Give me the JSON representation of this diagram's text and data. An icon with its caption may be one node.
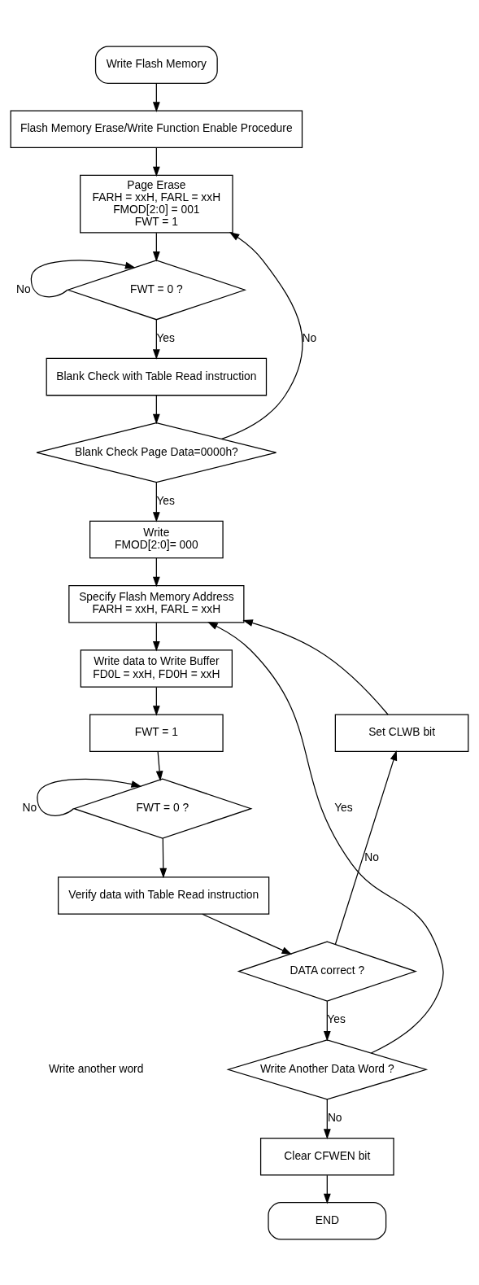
{
  "diagram": {
    "nodes": [
      {
        "text": [
          "Write Flash Memory"
        ]
      },
      {
        "text": [
          "Flash Memory Erase/Write Function Enable Procedure"
        ]
      },
      {
        "text": [
          "Page Erase",
          "FARH = xxH, FARL = xxH",
          "FMOD[2:0] = 001",
          "FWT = 1"
        ]
      },
      {
        "text": [
          "FWT = 0 ?"
        ]
      },
      {
        "text": [
          "Blank Check with Table Read instruction"
        ]
      },
      {
        "text": [
          "Blank Check Page Data=0000h?"
        ]
      },
      {
        "text": [
          "Write",
          "FMOD[2:0]= 000"
        ]
      },
      {
        "text": [
          "Specify Flash Memory Address",
          "FARH = xxH, FARL = xxH"
        ]
      },
      {
        "text": [
          "Write data to Write Buffer",
          "FD0L = xxH, FD0H = xxH"
        ]
      },
      {
        "text": [
          "FWT = 1"
        ]
      },
      {
        "text": [
          "FWT = 0 ?"
        ]
      },
      {
        "text": [
          "Verify data with Table Read instruction"
        ]
      },
      {
        "text": [
          "DATA correct ?"
        ]
      },
      {
        "text": [
          "Write Another Data Word ?"
        ]
      },
      {
        "text": [
          "Clear CFWEN bit"
        ]
      },
      {
        "text": [
          "END"
        ]
      },
      {
        "text": [
          "Set CLWB bit"
        ]
      }
    ],
    "edges": [
      {
        "from": 0,
        "to": 1,
        "arrow": "to"
      },
      {
        "from": 1,
        "to": 2,
        "arrow": "to"
      },
      {
        "from": 2,
        "to": 3,
        "arrow": "to"
      },
      {
        "from": 3,
        "to": 3,
        "arrow": "to",
        "label": "No"
      },
      {
        "from": 3,
        "to": 4,
        "arrow": "to",
        "label": "Yes"
      },
      {
        "from": 4,
        "to": 5,
        "arrow": "to"
      },
      {
        "from": 5,
        "to": 2,
        "arrow": "to",
        "label": "No"
      },
      {
        "from": 5,
        "to": 6,
        "arrow": "to",
        "label": "Yes"
      },
      {
        "from": 6,
        "to": 7,
        "arrow": "to"
      },
      {
        "from": 7,
        "to": 8,
        "arrow": "to"
      },
      {
        "from": 8,
        "to": 9,
        "arrow": "to"
      },
      {
        "from": 9,
        "to": 10,
        "arrow": "to"
      },
      {
        "from": 10,
        "to": 10,
        "arrow": "to",
        "label": "No"
      },
      {
        "from": 10,
        "to": 11,
        "arrow": "to"
      },
      {
        "from": 11,
        "to": 12,
        "arrow": "to"
      },
      {
        "from": 12,
        "to": 16,
        "arrow": "to",
        "label": "No"
      },
      {
        "from": 16,
        "to": 7,
        "arrow": "to"
      },
      {
        "from": 12,
        "to": 13,
        "arrow": "to",
        "label": "Yes"
      },
      {
        "from": 13,
        "to": 7,
        "arrow": "to",
        "label": "Yes"
      },
      {
        "from": 13,
        "to": 14,
        "arrow": "to",
        "label": "No"
      },
      {
        "from": 14,
        "to": 15,
        "arrow": "to"
      }
    ],
    "labels": [
      "Write another word"
    ]
  }
}
